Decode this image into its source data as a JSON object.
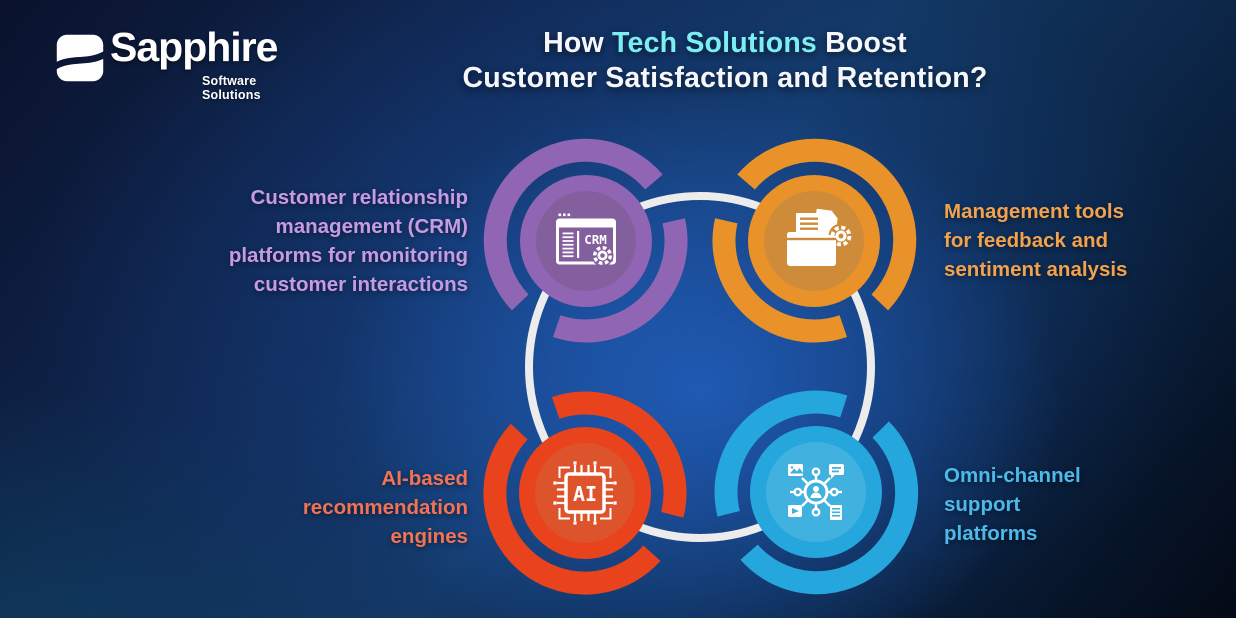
{
  "brand": {
    "name": "Sapphire",
    "tagline": "Software Solutions",
    "logo_icon": "sapphire-s-icon",
    "logo_color": "#ffffff"
  },
  "title": {
    "prefix": "How ",
    "highlight": "Tech Solutions",
    "suffix": " Boost",
    "line2": "Customer Satisfaction and Retention?",
    "highlight_color": "#7beef2",
    "text_color": "#f5f7fa"
  },
  "diagram": {
    "connector_color": "#ececed",
    "icon_color": "#ffffff",
    "nodes": [
      {
        "id": "crm",
        "label": "Customer relationship\nmanagement (CRM)\nplatforms for monitoring\ncustomer interactions",
        "label_color": "#c79ae3",
        "ring_color": "#9065b3",
        "disc_color": "#845f9d",
        "icon": "crm-window-icon",
        "icon_text": "CRM",
        "position": "top-left"
      },
      {
        "id": "feedback",
        "label": "Management tools\nfor feedback and\nsentiment analysis",
        "label_color": "#f2a24c",
        "ring_color": "#e9922a",
        "disc_color": "#ce8c3a",
        "icon": "folder-gear-icon",
        "icon_text": "",
        "position": "top-right"
      },
      {
        "id": "ai",
        "label": "AI-based\nrecommendation\nengines",
        "label_color": "#f37253",
        "ring_color": "#e8431d",
        "disc_color": "#dd532c",
        "icon": "ai-chip-icon",
        "icon_text": "AI",
        "position": "bottom-left"
      },
      {
        "id": "omni",
        "label": "Omni-channel\nsupport\nplatforms",
        "label_color": "#4cb9e9",
        "ring_color": "#25a6dd",
        "disc_color": "#41b2e0",
        "icon": "omni-channel-icon",
        "icon_text": "",
        "position": "bottom-right"
      }
    ]
  }
}
